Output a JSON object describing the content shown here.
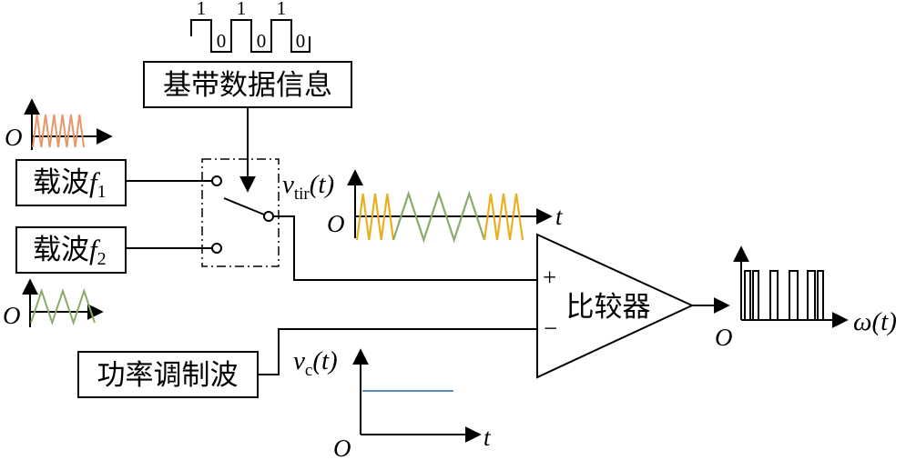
{
  "baseband": {
    "label": "基带数据信息",
    "bits": [
      "1",
      "0",
      "1",
      "0",
      "1",
      "0"
    ]
  },
  "carrier1": {
    "label_cn": "载波",
    "label_f": "f",
    "label_sub": "1"
  },
  "carrier2": {
    "label_cn": "载波",
    "label_f": "f",
    "label_sub": "2"
  },
  "origin_label": "O",
  "vtir": {
    "v": "v",
    "sub": "tir",
    "arg": "(t)"
  },
  "vc": {
    "v": "v",
    "sub": "c",
    "arg": "(t)"
  },
  "power_mod": {
    "label": "功率调制波"
  },
  "comparator": {
    "label": "比较器",
    "plus": "+",
    "minus": "−"
  },
  "output": {
    "symbol": "ω",
    "arg": "(t)"
  },
  "t_label": "t",
  "colors": {
    "carrier1": "#e8956a",
    "carrier2": "#8aab6a",
    "tri_fast": "#e8b020",
    "tri_slow": "#8aab6a",
    "vc_line": "#5b8db8"
  }
}
